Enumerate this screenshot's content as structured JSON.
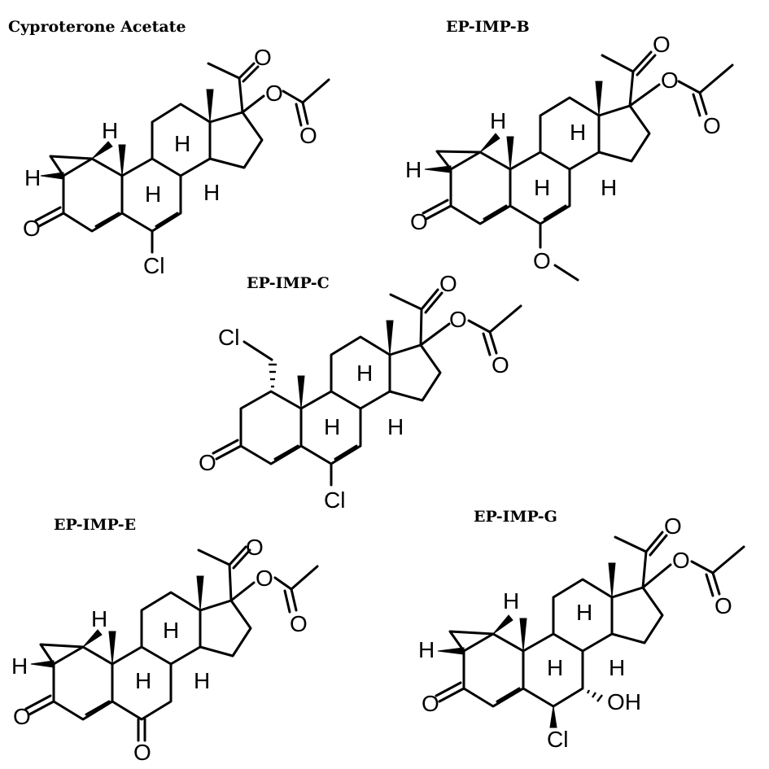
{
  "titles": {
    "cpa": "Cyproterone Acetate",
    "b": "EP-IMP-B",
    "c": "EP-IMP-C",
    "e": "EP-IMP-E",
    "g": "EP-IMP-G"
  },
  "atoms": {
    "O": "O",
    "H": "H",
    "Cl": "Cl",
    "OH": "OH"
  }
}
